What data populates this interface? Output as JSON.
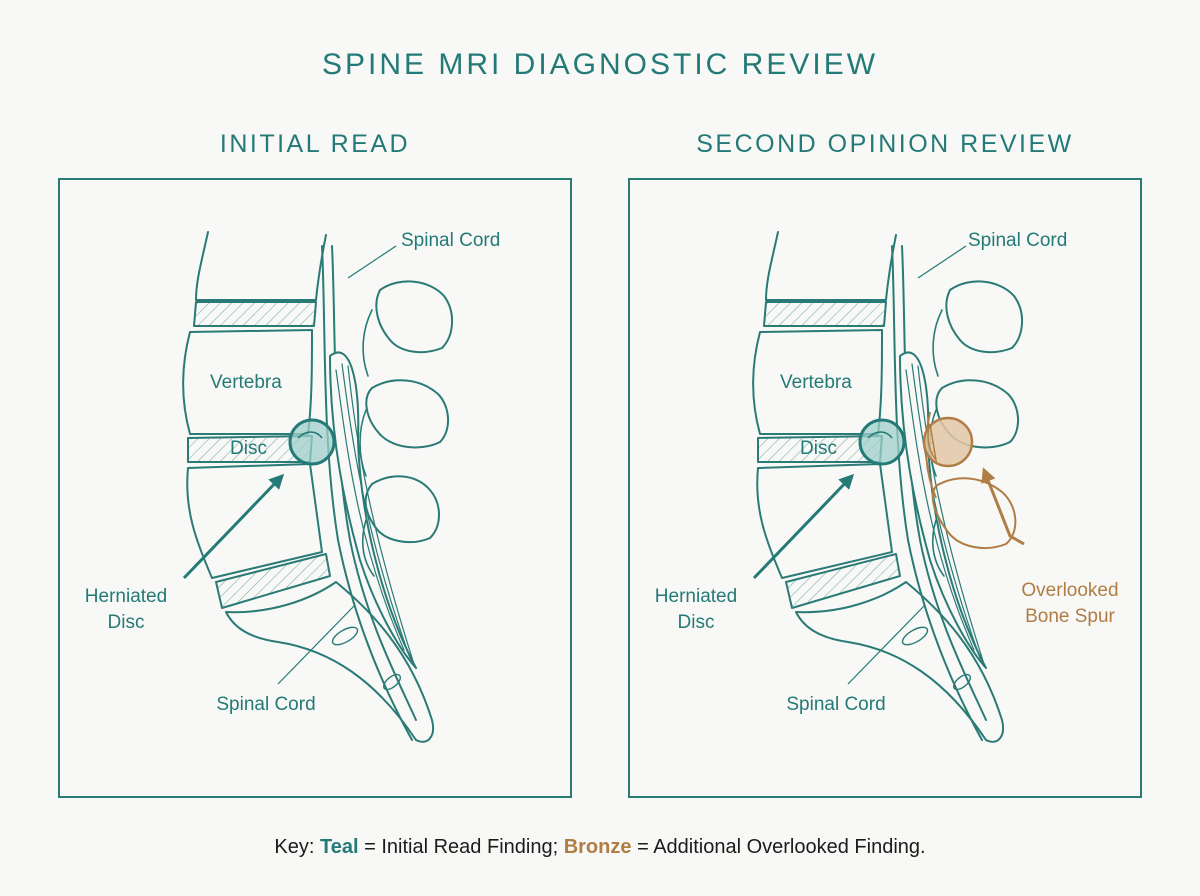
{
  "title": "SPINE MRI DIAGNOSTIC REVIEW",
  "colors": {
    "teal": "#237a76",
    "bronze": "#b07d45",
    "background": "#f8f8f6",
    "text": "#1b1b1b"
  },
  "panels": [
    {
      "title": "INITIAL READ",
      "labels": {
        "spinal_cord_top": "Spinal Cord",
        "vertebra": "Vertebra",
        "disc": "Disc",
        "herniated_line1": "Herniated",
        "herniated_line2": "Disc",
        "spinal_cord_bottom": "Spinal Cord"
      }
    },
    {
      "title": "SECOND OPINION REVIEW",
      "labels": {
        "spinal_cord_top": "Spinal Cord",
        "vertebra": "Vertebra",
        "disc": "Disc",
        "herniated_line1": "Herniated",
        "herniated_line2": "Disc",
        "spinal_cord_bottom": "Spinal Cord",
        "overlooked_line1": "Overlooked",
        "overlooked_line2": "Bone Spur"
      }
    }
  ],
  "key": {
    "prefix": "Key:",
    "teal_word": "Teal",
    "teal_text": "= Initial Read Finding;",
    "bronze_word": "Bronze",
    "bronze_text": "= Additional Overlooked Finding."
  }
}
